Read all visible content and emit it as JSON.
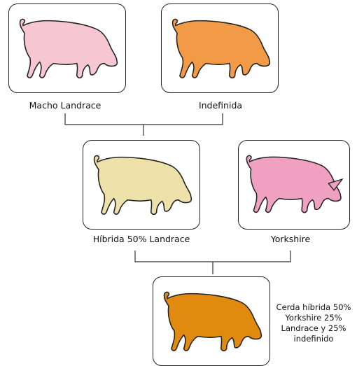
{
  "pigs": {
    "landrace_male": {
      "label": "Macho Landrace",
      "color": "#f7c6d3"
    },
    "undefined_breed": {
      "label": "Indefinida",
      "color": "#f29a46"
    },
    "hybrid": {
      "label": "Híbrida 50% Landrace",
      "color": "#ede0a8"
    },
    "yorkshire": {
      "label": "Yorkshire",
      "color": "#f0a0c0"
    },
    "result": {
      "label_lines": [
        "Cerda híbrida 50%",
        "Yorkshire 25%",
        "Landrace y 25%",
        "indefinido"
      ],
      "color": "#e08a10"
    }
  },
  "colors": {
    "outline": "#222222",
    "connector": "#333333"
  }
}
